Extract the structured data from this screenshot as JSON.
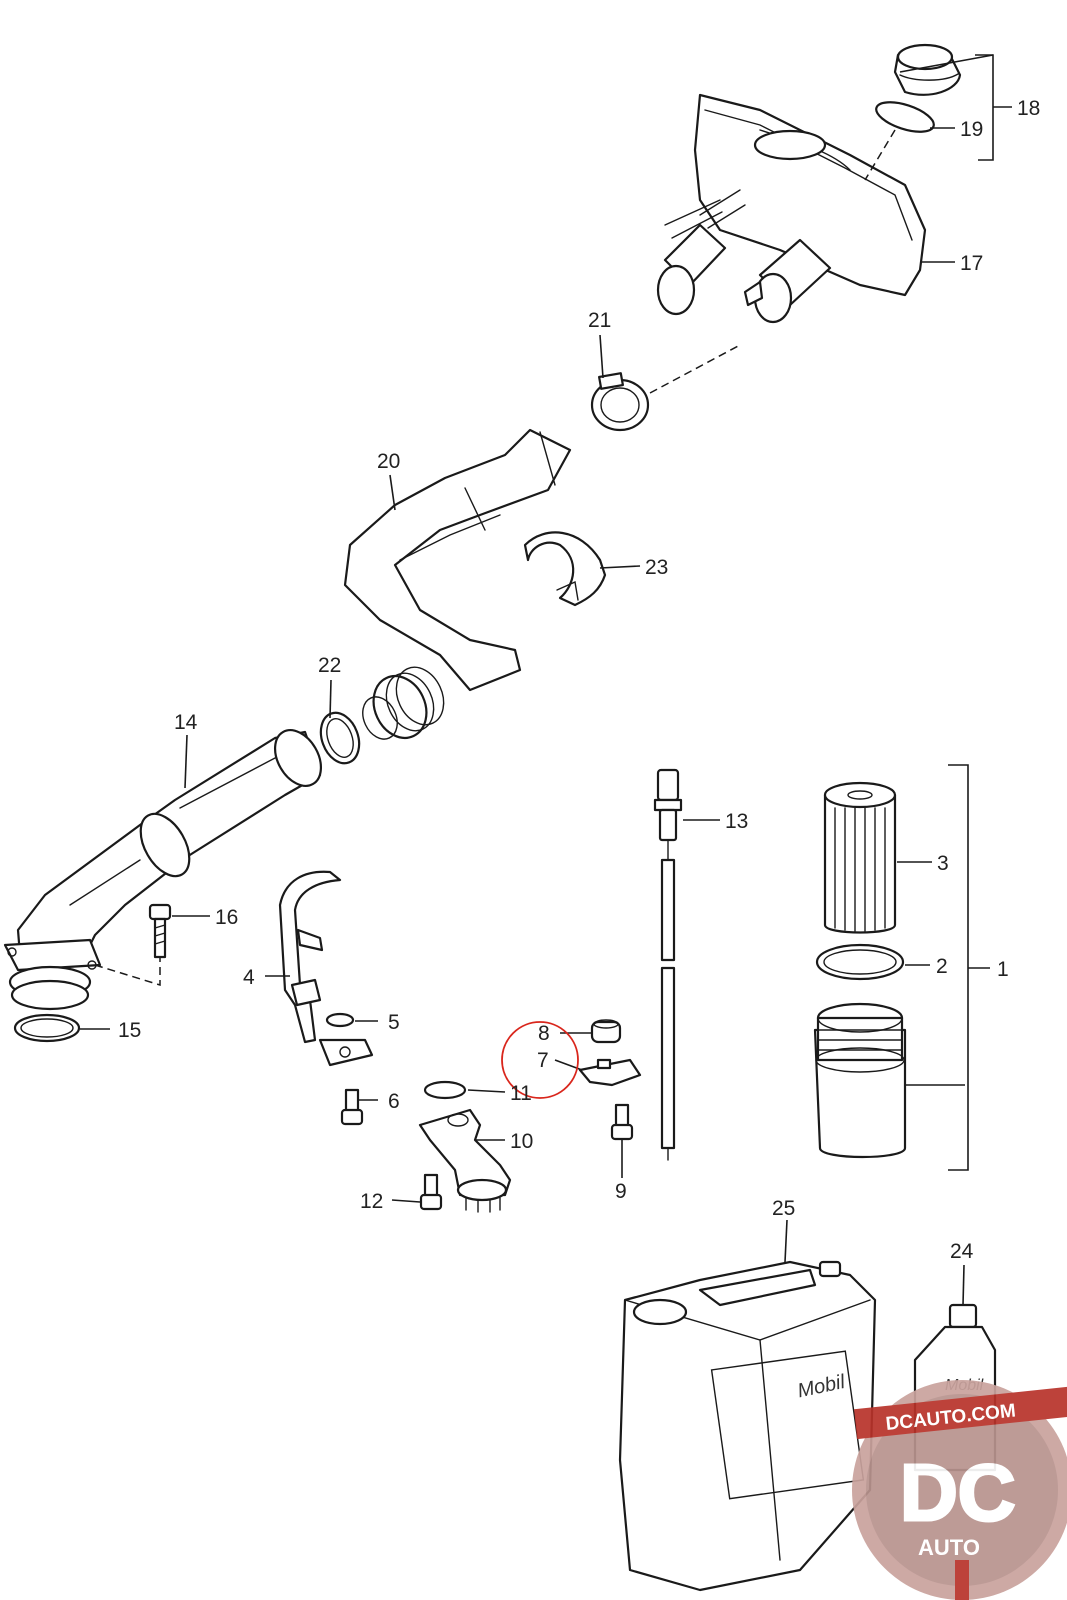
{
  "callouts": [
    {
      "id": "1",
      "label": "1"
    },
    {
      "id": "2",
      "label": "2"
    },
    {
      "id": "3",
      "label": "3"
    },
    {
      "id": "4",
      "label": "4"
    },
    {
      "id": "5",
      "label": "5"
    },
    {
      "id": "6",
      "label": "6"
    },
    {
      "id": "7",
      "label": "7"
    },
    {
      "id": "8",
      "label": "8"
    },
    {
      "id": "9",
      "label": "9"
    },
    {
      "id": "10",
      "label": "10"
    },
    {
      "id": "11",
      "label": "11"
    },
    {
      "id": "12",
      "label": "12"
    },
    {
      "id": "13",
      "label": "13"
    },
    {
      "id": "14",
      "label": "14"
    },
    {
      "id": "15",
      "label": "15"
    },
    {
      "id": "16",
      "label": "16"
    },
    {
      "id": "17",
      "label": "17"
    },
    {
      "id": "18",
      "label": "18"
    },
    {
      "id": "19",
      "label": "19"
    },
    {
      "id": "20",
      "label": "20"
    },
    {
      "id": "21",
      "label": "21"
    },
    {
      "id": "22",
      "label": "22"
    },
    {
      "id": "23",
      "label": "23"
    },
    {
      "id": "24",
      "label": "24"
    },
    {
      "id": "25",
      "label": "25"
    }
  ],
  "brand": {
    "canister_label": "Mobil",
    "bottle_label": "Mobil"
  },
  "watermark": {
    "site": "DCAUTO.COM",
    "monogram": "DC",
    "word": "AUTO"
  },
  "highlight": {
    "color": "#d9261c",
    "marks_part": "7"
  },
  "colors": {
    "line": "#1a1a1a",
    "text": "#222222",
    "watermark_bg": "#c9a29d",
    "watermark_red": "#b8322a"
  }
}
